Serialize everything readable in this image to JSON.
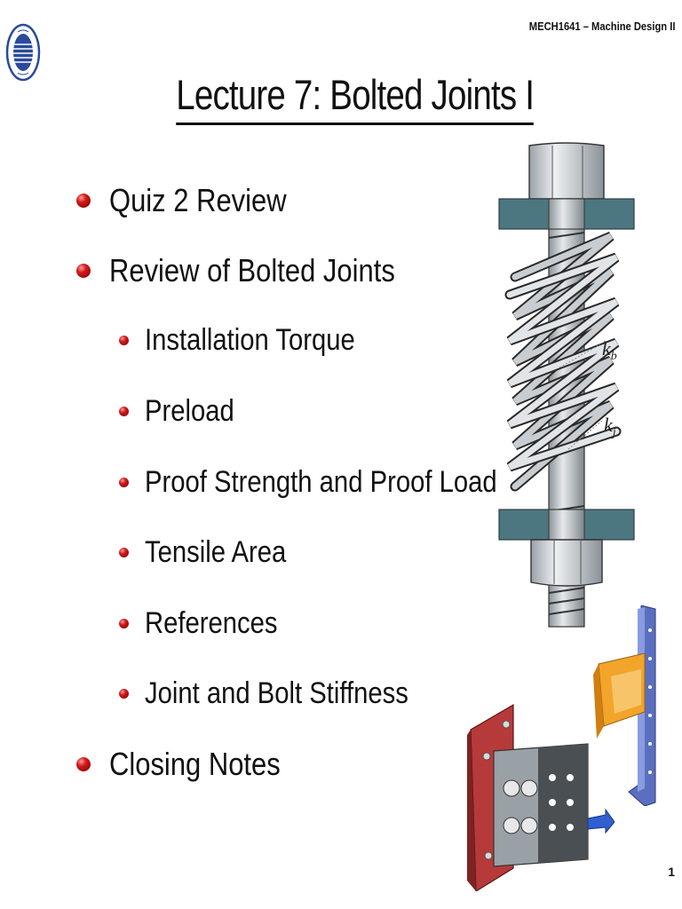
{
  "header": {
    "course": "MECH1641 – Machine Design II"
  },
  "title": "Lecture 7:   Bolted Joints I",
  "bullets": [
    {
      "level": 1,
      "text": "Quiz 2 Review"
    },
    {
      "level": 1,
      "text": "Review of Bolted Joints"
    },
    {
      "level": 2,
      "text": "Installation Torque"
    },
    {
      "level": 2,
      "text": "Preload"
    },
    {
      "level": 2,
      "text": "Proof Strength and Proof Load"
    },
    {
      "level": 2,
      "text": "Tensile Area"
    },
    {
      "level": 2,
      "text": "References"
    },
    {
      "level": 2,
      "text": "Joint and Bolt Stiffness"
    },
    {
      "level": 1,
      "text": "Closing Notes"
    }
  ],
  "figure": {
    "kb_label": "k",
    "kb_sub": "b",
    "kj_label": "k",
    "kj_sub": "j"
  },
  "page_number": "1",
  "colors": {
    "bullet": "#c8102e",
    "plate": "#4d7780",
    "logo": "#2a4a9a"
  }
}
